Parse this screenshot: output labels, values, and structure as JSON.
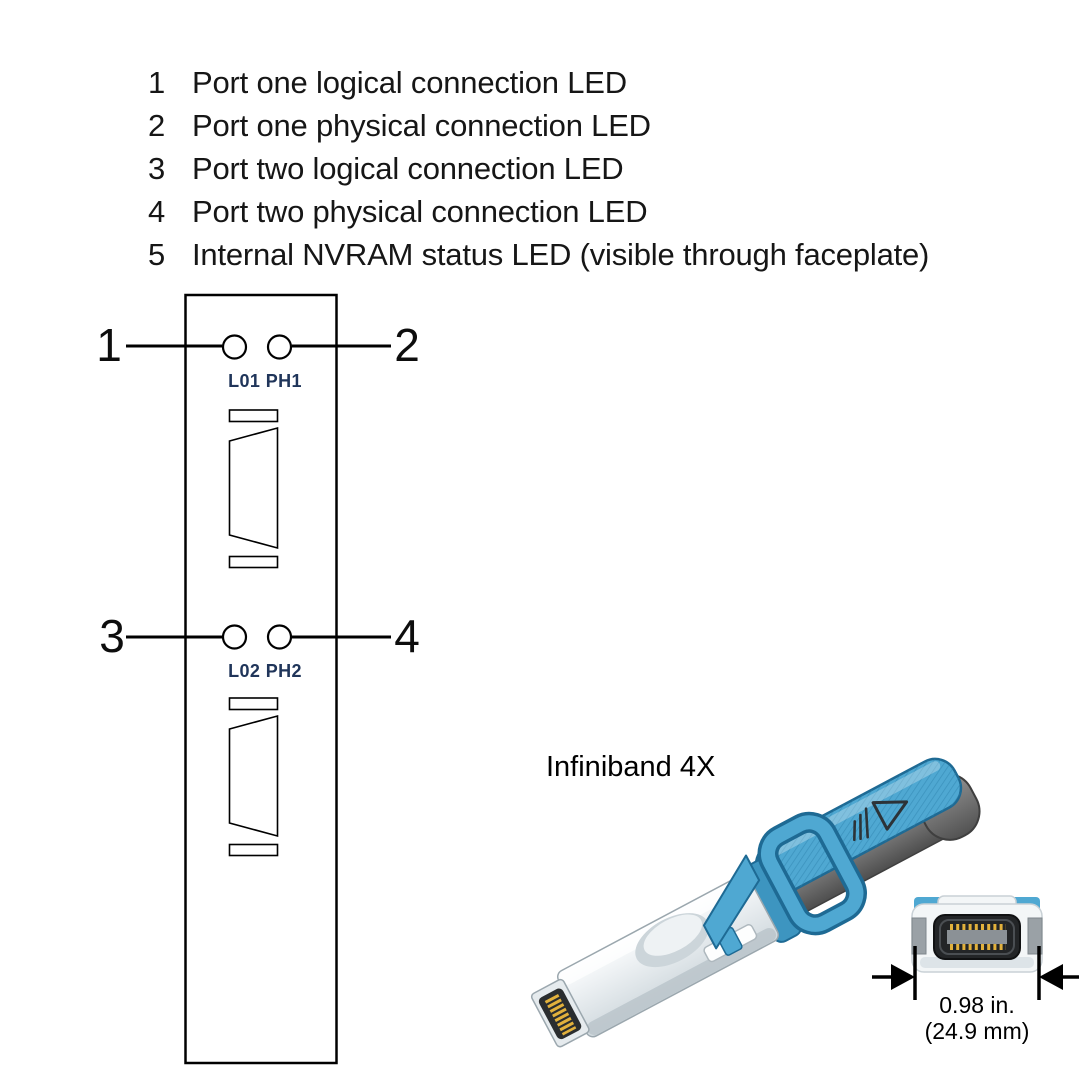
{
  "legend": {
    "items": [
      {
        "num": "1",
        "label": "Port one logical connection LED"
      },
      {
        "num": "2",
        "label": "Port one physical connection LED"
      },
      {
        "num": "3",
        "label": "Port two logical connection LED"
      },
      {
        "num": "4",
        "label": "Port two physical connection LED"
      },
      {
        "num": "5",
        "label": "Internal NVRAM status LED (visible through faceplate)"
      }
    ]
  },
  "faceplate": {
    "callouts": [
      {
        "num": "1"
      },
      {
        "num": "2"
      },
      {
        "num": "3"
      },
      {
        "num": "4"
      }
    ],
    "port1_leds_label": "L01 PH1",
    "port2_leds_label": "L02 PH2"
  },
  "cable": {
    "title": "Infiniband 4X"
  },
  "dimension": {
    "inches": "0.98 in.",
    "millimeters": "(24.9 mm)"
  },
  "colors": {
    "accent_blue": "#4FA8D2",
    "accent_blue_dark": "#3D95C0",
    "outline_blue": "#1E6A94",
    "cable_gray": "#7D7D7D",
    "pin_gold": "#E2B13C",
    "connector_white": "#EFF2F4",
    "led_label_navy": "#20355A",
    "diagram_line": "#000000"
  }
}
